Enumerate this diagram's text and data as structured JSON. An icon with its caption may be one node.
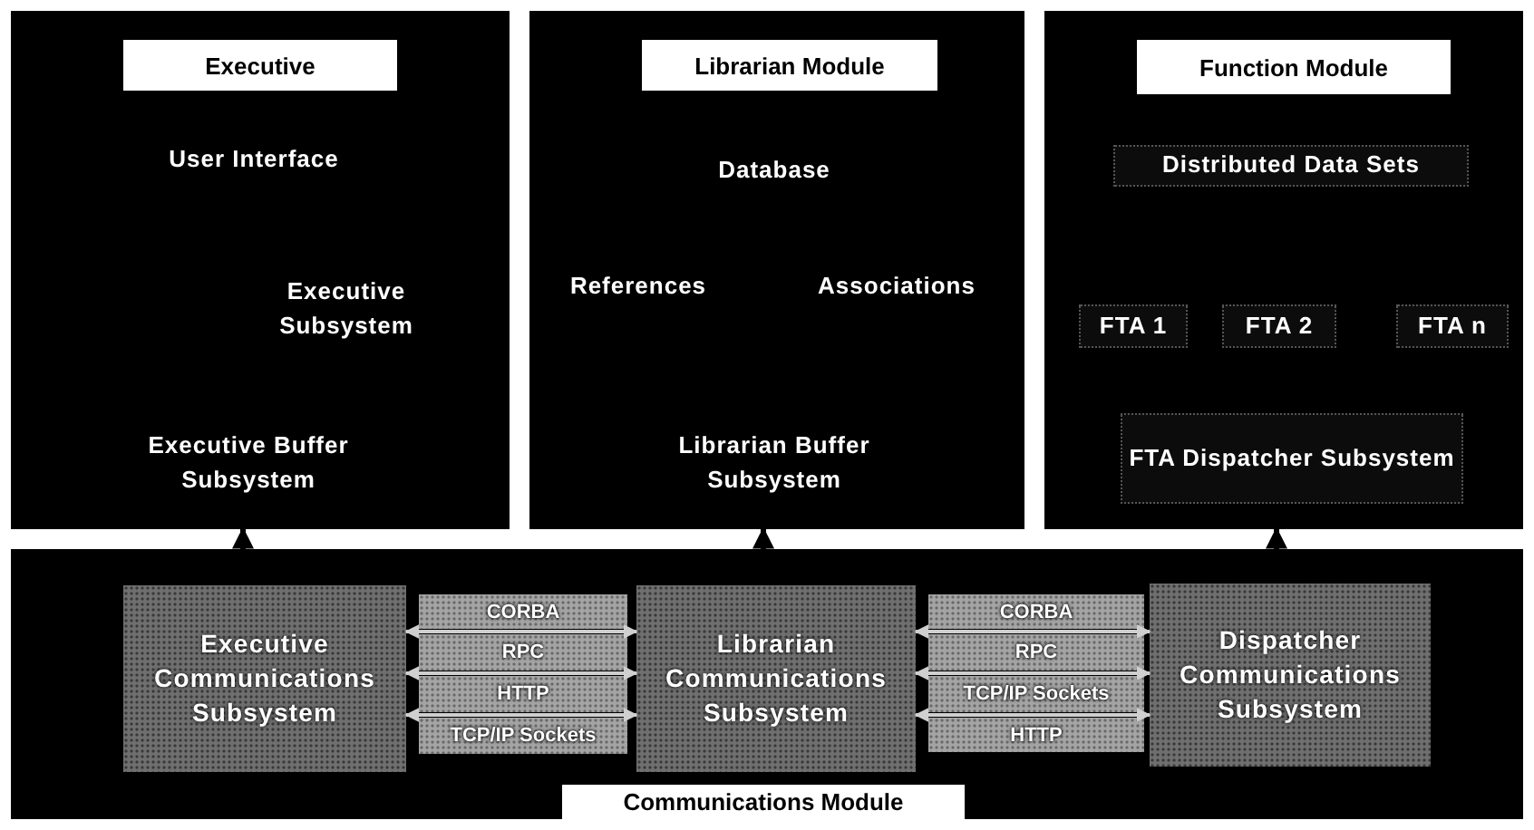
{
  "diagram": {
    "nodes": [
      {
        "text": [
          "Executive"
        ]
      },
      {
        "text": [
          "User Interface"
        ],
        "in": 0
      },
      {
        "text": [
          "Executive Subsystem"
        ],
        "in": 0
      },
      {
        "text": [
          "Executive Buffer Subsystem"
        ],
        "in": 0
      },
      {
        "text": [
          "Librarian Module"
        ]
      },
      {
        "text": [
          "Database"
        ],
        "in": 4
      },
      {
        "text": [
          "References"
        ],
        "in": 4
      },
      {
        "text": [
          "Associations"
        ],
        "in": 4
      },
      {
        "text": [
          "Librarian Buffer Subsystem"
        ],
        "in": 4
      },
      {
        "text": [
          "Function Module"
        ]
      },
      {
        "text": [
          "Distributed Data Sets"
        ],
        "in": 9
      },
      {
        "text": [
          "FTA 1"
        ],
        "in": 9
      },
      {
        "text": [
          "FTA 2"
        ],
        "in": 9
      },
      {
        "text": [
          "FTA n"
        ],
        "in": 9
      },
      {
        "text": [
          "FTA Dispatcher Subsystem"
        ],
        "in": 9
      },
      {
        "text": [
          "Communications Module"
        ]
      },
      {
        "text": [
          "Executive Communications Subsystem"
        ],
        "in": 15
      },
      {
        "text": [
          "CORBA"
        ],
        "in": 15
      },
      {
        "text": [
          "RPC"
        ],
        "in": 15
      },
      {
        "text": [
          "HTTP"
        ],
        "in": 15
      },
      {
        "text": [
          "TCP/IP Sockets"
        ],
        "in": 15
      },
      {
        "text": [
          "Librarian Communications Subsystem"
        ],
        "in": 15
      },
      {
        "text": [
          "CORBA"
        ],
        "in": 15
      },
      {
        "text": [
          "RPC"
        ],
        "in": 15
      },
      {
        "text": [
          "TCP/IP Sockets"
        ],
        "in": 15
      },
      {
        "text": [
          "HTTP"
        ],
        "in": 15
      },
      {
        "text": [
          "Dispatcher Communications Subsystem"
        ],
        "in": 15
      }
    ],
    "edges": [
      {
        "from": 15,
        "to": 0,
        "arrow": "to",
        "color": "#000000"
      },
      {
        "from": 15,
        "to": 4,
        "arrow": "to",
        "color": "#000000"
      },
      {
        "from": 15,
        "to": 9,
        "arrow": "to",
        "color": "#000000"
      },
      {
        "from": 16,
        "to": 21,
        "arrow": "both"
      },
      {
        "from": 16,
        "to": 21,
        "arrow": "both"
      },
      {
        "from": 16,
        "to": 21,
        "arrow": "both"
      },
      {
        "from": 21,
        "to": 26,
        "arrow": "both"
      },
      {
        "from": 21,
        "to": 26,
        "arrow": "both"
      },
      {
        "from": 21,
        "to": 26,
        "arrow": "both"
      }
    ]
  }
}
